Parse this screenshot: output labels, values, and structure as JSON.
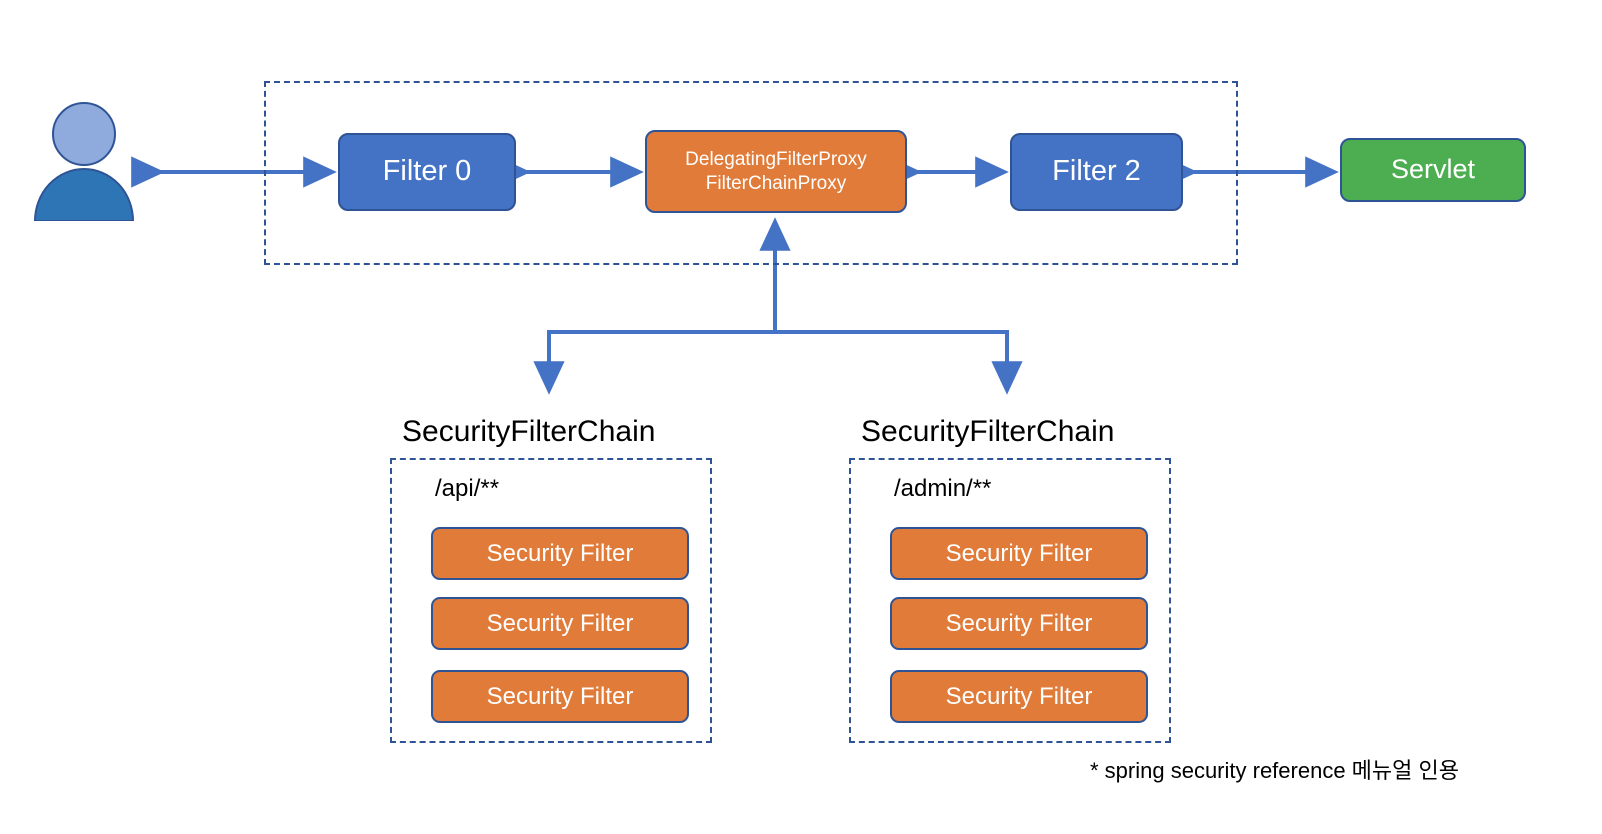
{
  "diagram": {
    "title_note": "* spring security reference 메뉴얼 인용",
    "actor": {
      "name": "user-actor",
      "icon": "person-icon"
    },
    "colors": {
      "blue": "#4472C4",
      "orange": "#E07B39",
      "green": "#4CAE50",
      "border": "#2F5496",
      "arrow": "#4472C4",
      "person_head": "#8FAADC",
      "person_body": "#2E75B6",
      "text_dark": "#000000",
      "text_light": "#FFFFFF"
    },
    "filter_chain_container": {
      "label": "",
      "nodes": {
        "filter0": "Filter 0",
        "delegating_proxy_line1": "DelegatingFilterProxy",
        "delegating_proxy_line2": "FilterChainProxy",
        "filter2": "Filter 2"
      }
    },
    "servlet": {
      "label": "Servlet"
    },
    "security_filter_chains": [
      {
        "title": "SecurityFilterChain",
        "pattern": "/api/**",
        "filters": [
          "Security Filter",
          "Security Filter",
          "Security Filter"
        ]
      },
      {
        "title": "SecurityFilterChain",
        "pattern": "/admin/**",
        "filters": [
          "Security Filter",
          "Security Filter",
          "Security Filter"
        ]
      }
    ]
  }
}
